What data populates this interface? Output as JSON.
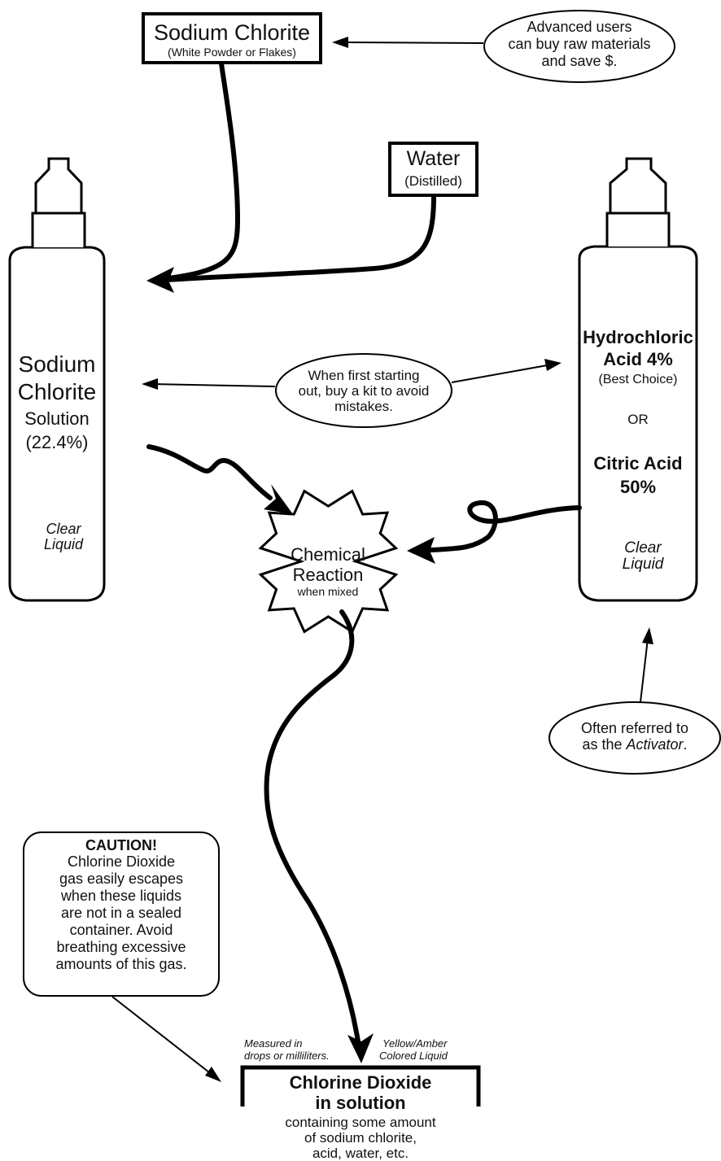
{
  "sodium_chlorite_box": {
    "title": "Sodium Chlorite",
    "subtitle": "(White Powder or Flakes)"
  },
  "advanced_note": {
    "line1": "Advanced users",
    "line2": "can buy raw materials",
    "line3": "and save $."
  },
  "water_box": {
    "title": "Water",
    "subtitle": "(Distilled)"
  },
  "left_bottle": {
    "line1": "Sodium",
    "line2": "Chlorite",
    "line3": "Solution",
    "line4": "(22.4%)",
    "note1": "Clear",
    "note2": "Liquid"
  },
  "kit_note": {
    "line1": "When first starting",
    "line2": "out, buy a kit to avoid",
    "line3": "mistakes."
  },
  "right_bottle": {
    "line1": "Hydrochloric",
    "line2": "Acid 4%",
    "line3": "(Best Choice)",
    "or": "OR",
    "line4": "Citric Acid",
    "line5": "50%",
    "note1": "Clear",
    "note2": "Liquid"
  },
  "reaction": {
    "line1": "Chemical",
    "line2": "Reaction",
    "line3": "when mixed"
  },
  "activator_note": {
    "line1": "Often referred to",
    "line2": "as the ",
    "emph": "Activator",
    "end": "."
  },
  "caution": {
    "title": "CAUTION!",
    "lines": [
      "Chlorine Dioxide",
      "gas easily escapes",
      "when these liquids",
      "are not in a sealed",
      "container.  Avoid",
      "breathing excessive",
      "amounts of this gas."
    ]
  },
  "measured_note": {
    "line1": "Measured in",
    "line2": "drops or milliliters."
  },
  "color_note": {
    "line1": "Yellow/Amber",
    "line2": "Colored Liquid"
  },
  "result_box": {
    "title1": "Chlorine Dioxide",
    "title2": "in solution",
    "lines": [
      "containing some amount",
      "of sodium chlorite,",
      "acid, water, etc."
    ]
  }
}
